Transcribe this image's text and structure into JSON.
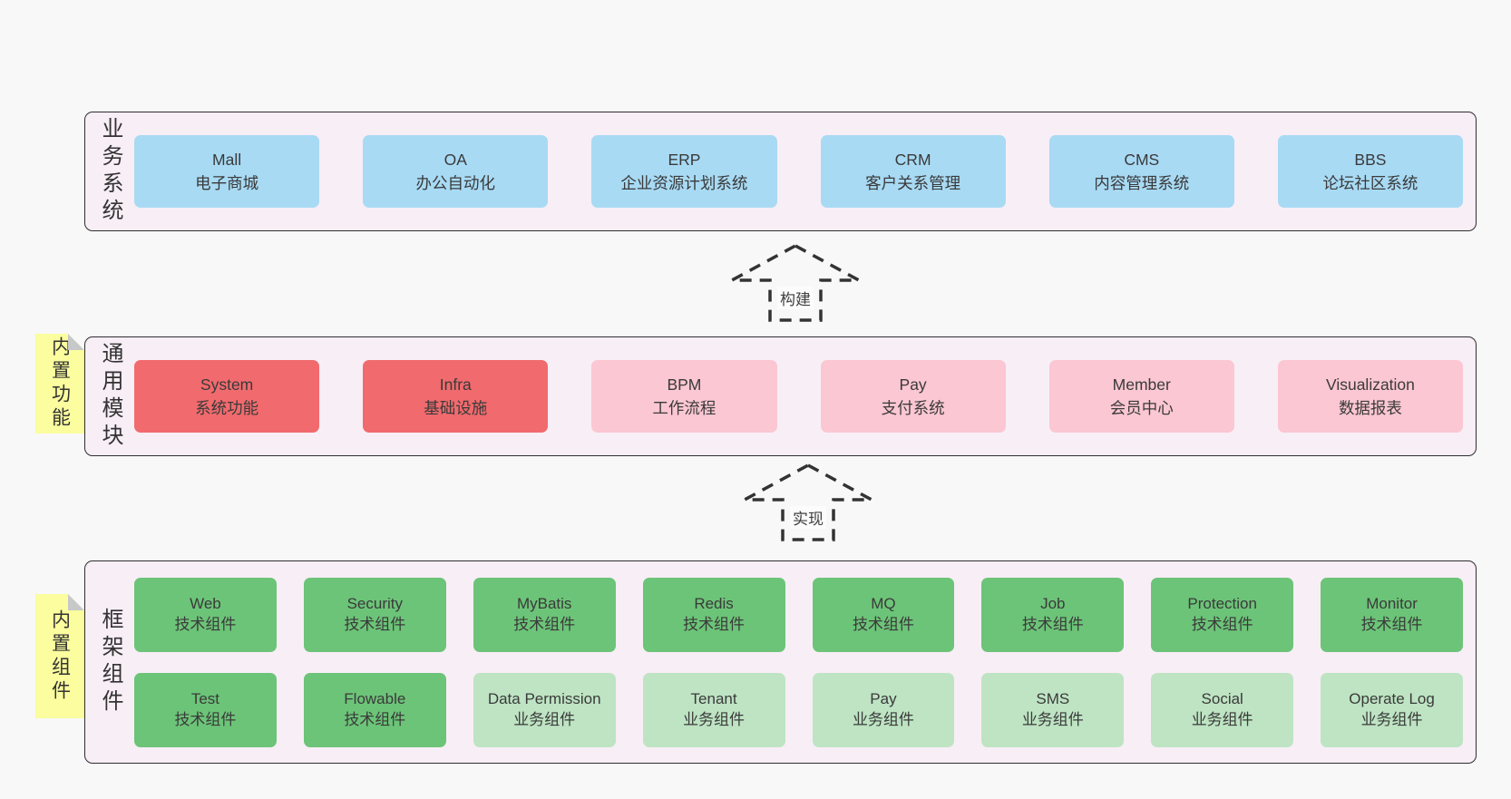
{
  "colors": {
    "page_bg": "#f8f8f8",
    "panel_bg": "#f8eef6",
    "panel_border": "#2e2e2e",
    "business_blue": "#a8daf4",
    "module_red": "#f16a6d",
    "module_pink": "#fbc7d2",
    "tech_green": "#6cc478",
    "biz_light_green": "#bee4c3",
    "sticky_yellow": "#fbfd9e",
    "sticky_fold_gray": "#c6c8c9"
  },
  "panels": {
    "business": {
      "side_label": "业务系统",
      "boxes": [
        {
          "name": "Mall",
          "desc": "电子商城"
        },
        {
          "name": "OA",
          "desc": "办公自动化"
        },
        {
          "name": "ERP",
          "desc": "企业资源计划系统"
        },
        {
          "name": "CRM",
          "desc": "客户关系管理"
        },
        {
          "name": "CMS",
          "desc": "内容管理系统"
        },
        {
          "name": "BBS",
          "desc": "论坛社区系统"
        }
      ]
    },
    "modules": {
      "side_label": "通用模块",
      "sticky_note": "内置功能",
      "boxes": [
        {
          "name": "System",
          "desc": "系统功能"
        },
        {
          "name": "Infra",
          "desc": "基础设施"
        },
        {
          "name": "BPM",
          "desc": "工作流程"
        },
        {
          "name": "Pay",
          "desc": "支付系统"
        },
        {
          "name": "Member",
          "desc": "会员中心"
        },
        {
          "name": "Visualization",
          "desc": "数据报表"
        }
      ]
    },
    "components": {
      "side_label": "框架组件",
      "sticky_note": "内置组件",
      "row1": [
        {
          "name": "Web",
          "desc": "技术组件"
        },
        {
          "name": "Security",
          "desc": "技术组件"
        },
        {
          "name": "MyBatis",
          "desc": "技术组件"
        },
        {
          "name": "Redis",
          "desc": "技术组件"
        },
        {
          "name": "MQ",
          "desc": "技术组件"
        },
        {
          "name": "Job",
          "desc": "技术组件"
        },
        {
          "name": "Protection",
          "desc": "技术组件"
        },
        {
          "name": "Monitor",
          "desc": "技术组件"
        }
      ],
      "row2": [
        {
          "name": "Test",
          "desc": "技术组件"
        },
        {
          "name": "Flowable",
          "desc": "技术组件"
        },
        {
          "name": "Data Permission",
          "desc": "业务组件"
        },
        {
          "name": "Tenant",
          "desc": "业务组件"
        },
        {
          "name": "Pay",
          "desc": "业务组件"
        },
        {
          "name": "SMS",
          "desc": "业务组件"
        },
        {
          "name": "Social",
          "desc": "业务组件"
        },
        {
          "name": "Operate Log",
          "desc": "业务组件"
        }
      ]
    }
  },
  "arrows": {
    "build": "构建",
    "implement": "实现"
  }
}
